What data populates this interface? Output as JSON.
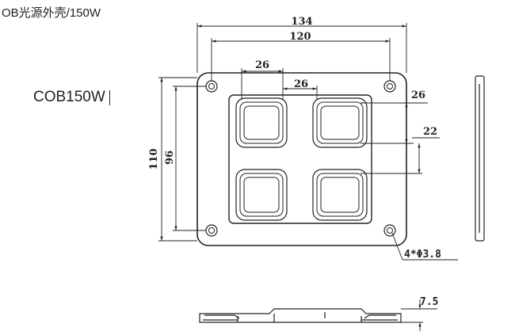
{
  "header": {
    "title": "OB光源外壳/150W",
    "model_label": "COB150W"
  },
  "drawing": {
    "dim_overall_width": "134",
    "dim_hole_spacing_x": "120",
    "dim_window_width": "26",
    "dim_window_gap": "26",
    "dim_window_right": "26",
    "dim_window_gap_vertical": "22",
    "dim_overall_height": "110",
    "dim_hole_spacing_y": "96",
    "dim_holes": "4*Φ3.8",
    "dim_thickness": "7.5"
  },
  "colors": {
    "line": "#222222",
    "background": "#ffffff"
  }
}
